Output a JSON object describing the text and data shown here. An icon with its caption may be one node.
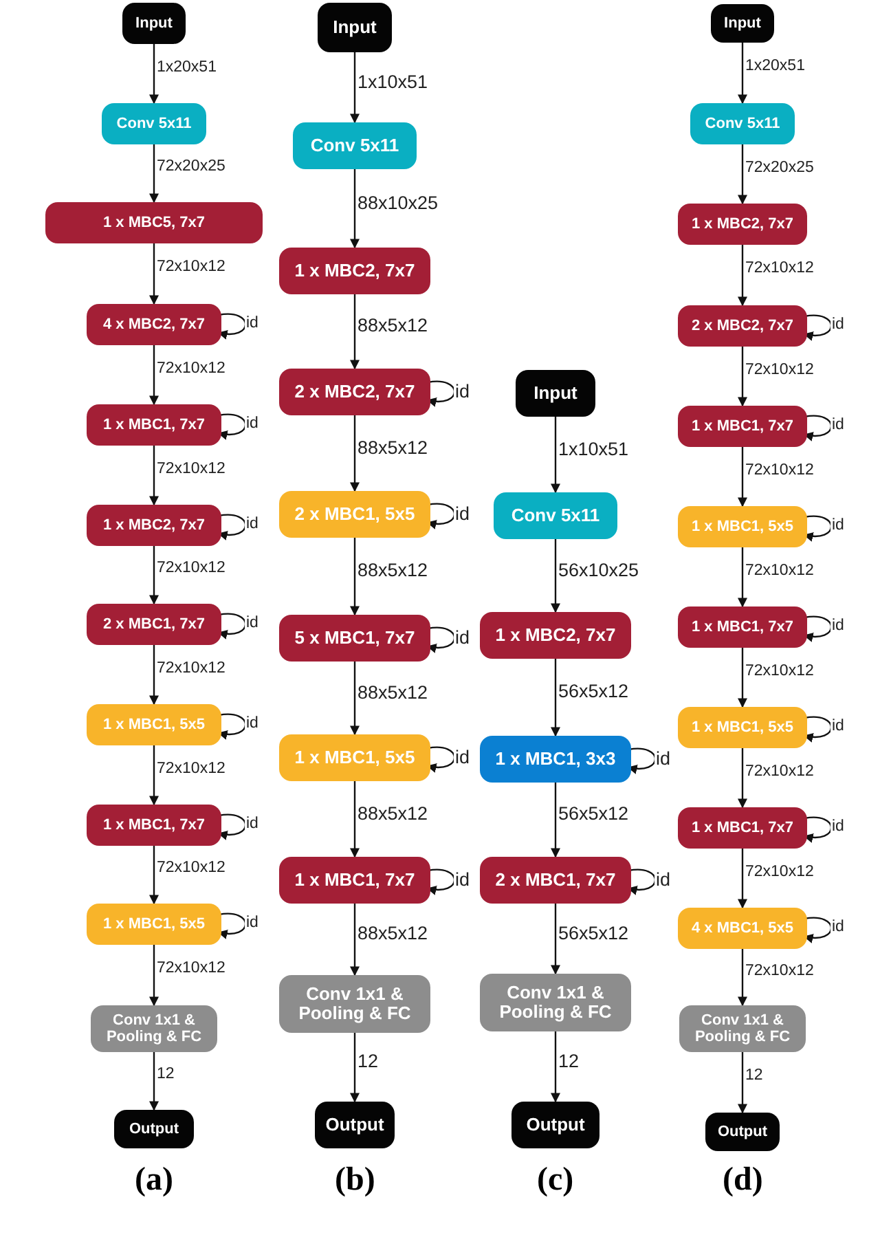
{
  "diagram": {
    "nodes": [
      {
        "text": [
          "Input"
        ]
      },
      {
        "text": [
          "Conv 5x11"
        ]
      },
      {
        "text": [
          "1 x MBC5, 7x7"
        ]
      },
      {
        "text": [
          "4 x MBC2, 7x7"
        ]
      },
      {
        "text": [
          "1 x MBC1, 7x7"
        ]
      },
      {
        "text": [
          "1 x MBC2, 7x7"
        ]
      },
      {
        "text": [
          "2 x MBC1, 7x7"
        ]
      },
      {
        "text": [
          "1 x MBC1, 5x5"
        ]
      },
      {
        "text": [
          "1 x MBC1, 7x7"
        ]
      },
      {
        "text": [
          "1 x MBC1, 5x5"
        ]
      },
      {
        "text": [
          "Conv 1x1 & Pooling & FC"
        ]
      },
      {
        "text": [
          "Output"
        ]
      },
      {
        "text": [
          "Input"
        ]
      },
      {
        "text": [
          "Conv 5x11"
        ]
      },
      {
        "text": [
          "1 x MBC2, 7x7"
        ]
      },
      {
        "text": [
          "2 x MBC2, 7x7"
        ]
      },
      {
        "text": [
          "2 x MBC1, 5x5"
        ]
      },
      {
        "text": [
          "5 x MBC1, 7x7"
        ]
      },
      {
        "text": [
          "1 x MBC1, 5x5"
        ]
      },
      {
        "text": [
          "1 x MBC1, 7x7"
        ]
      },
      {
        "text": [
          "Conv 1x1 & Pooling & FC"
        ]
      },
      {
        "text": [
          "Output"
        ]
      },
      {
        "text": [
          "Input"
        ]
      },
      {
        "text": [
          "Conv 5x11"
        ]
      },
      {
        "text": [
          "1 x MBC2, 7x7"
        ]
      },
      {
        "text": [
          "1 x MBC1, 3x3"
        ]
      },
      {
        "text": [
          "2 x MBC1, 7x7"
        ]
      },
      {
        "text": [
          "Conv 1x1 & Pooling & FC"
        ]
      },
      {
        "text": [
          "Output"
        ]
      },
      {
        "text": [
          "Input"
        ]
      },
      {
        "text": [
          "Conv 5x11"
        ]
      },
      {
        "text": [
          "1 x MBC2, 7x7"
        ]
      },
      {
        "text": [
          "2 x MBC2, 7x7"
        ]
      },
      {
        "text": [
          "1 x MBC1, 7x7"
        ]
      },
      {
        "text": [
          "1 x MBC1, 5x5"
        ]
      },
      {
        "text": [
          "1 x MBC1, 7x7"
        ]
      },
      {
        "text": [
          "1 x MBC1, 5x5"
        ]
      },
      {
        "text": [
          "1 x MBC1, 7x7"
        ]
      },
      {
        "text": [
          "4 x MBC1, 5x5"
        ]
      },
      {
        "text": [
          "Conv 1x1 & Pooling & FC"
        ]
      },
      {
        "text": [
          "Output"
        ]
      }
    ],
    "edges": [
      {
        "from": 0,
        "to": 1,
        "arrow": "to",
        "label": "1x20x51"
      },
      {
        "from": 1,
        "to": 2,
        "arrow": "to",
        "label": "72x20x25"
      },
      {
        "from": 2,
        "to": 3,
        "arrow": "to",
        "label": "72x10x12"
      },
      {
        "from": 3,
        "to": 4,
        "arrow": "to",
        "label": "72x10x12"
      },
      {
        "from": 4,
        "to": 5,
        "arrow": "to",
        "label": "72x10x12"
      },
      {
        "from": 5,
        "to": 6,
        "arrow": "to",
        "label": "72x10x12"
      },
      {
        "from": 6,
        "to": 7,
        "arrow": "to",
        "label": "72x10x12"
      },
      {
        "from": 7,
        "to": 8,
        "arrow": "to",
        "label": "72x10x12"
      },
      {
        "from": 8,
        "to": 9,
        "arrow": "to",
        "label": "72x10x12"
      },
      {
        "from": 9,
        "to": 10,
        "arrow": "to",
        "label": "72x10x12"
      },
      {
        "from": 10,
        "to": 11,
        "arrow": "to",
        "label": "12"
      },
      {
        "from": 3,
        "to": 3,
        "arrow": "to",
        "label": "id"
      },
      {
        "from": 4,
        "to": 4,
        "arrow": "to",
        "label": "id"
      },
      {
        "from": 5,
        "to": 5,
        "arrow": "to",
        "label": "id"
      },
      {
        "from": 6,
        "to": 6,
        "arrow": "to",
        "label": "id"
      },
      {
        "from": 7,
        "to": 7,
        "arrow": "to",
        "label": "id"
      },
      {
        "from": 8,
        "to": 8,
        "arrow": "to",
        "label": "id"
      },
      {
        "from": 9,
        "to": 9,
        "arrow": "to",
        "label": "id"
      },
      {
        "from": 12,
        "to": 13,
        "arrow": "to",
        "label": "1x10x51"
      },
      {
        "from": 13,
        "to": 14,
        "arrow": "to",
        "label": "88x10x25"
      },
      {
        "from": 14,
        "to": 15,
        "arrow": "to",
        "label": "88x5x12"
      },
      {
        "from": 15,
        "to": 16,
        "arrow": "to",
        "label": "88x5x12"
      },
      {
        "from": 16,
        "to": 17,
        "arrow": "to",
        "label": "88x5x12"
      },
      {
        "from": 17,
        "to": 18,
        "arrow": "to",
        "label": "88x5x12"
      },
      {
        "from": 18,
        "to": 19,
        "arrow": "to",
        "label": "88x5x12"
      },
      {
        "from": 19,
        "to": 20,
        "arrow": "to",
        "label": "88x5x12"
      },
      {
        "from": 20,
        "to": 21,
        "arrow": "to",
        "label": "12"
      },
      {
        "from": 15,
        "to": 15,
        "arrow": "to",
        "label": "id"
      },
      {
        "from": 16,
        "to": 16,
        "arrow": "to",
        "label": "id"
      },
      {
        "from": 17,
        "to": 17,
        "arrow": "to",
        "label": "id"
      },
      {
        "from": 18,
        "to": 18,
        "arrow": "to",
        "label": "id"
      },
      {
        "from": 19,
        "to": 19,
        "arrow": "to",
        "label": "id"
      },
      {
        "from": 22,
        "to": 23,
        "arrow": "to",
        "label": "1x10x51"
      },
      {
        "from": 23,
        "to": 24,
        "arrow": "to",
        "label": "56x10x25"
      },
      {
        "from": 24,
        "to": 25,
        "arrow": "to",
        "label": "56x5x12"
      },
      {
        "from": 25,
        "to": 26,
        "arrow": "to",
        "label": "56x5x12"
      },
      {
        "from": 26,
        "to": 27,
        "arrow": "to",
        "label": "56x5x12"
      },
      {
        "from": 27,
        "to": 28,
        "arrow": "to",
        "label": "12"
      },
      {
        "from": 25,
        "to": 25,
        "arrow": "to",
        "label": "id"
      },
      {
        "from": 26,
        "to": 26,
        "arrow": "to",
        "label": "id"
      },
      {
        "from": 29,
        "to": 30,
        "arrow": "to",
        "label": "1x20x51"
      },
      {
        "from": 30,
        "to": 31,
        "arrow": "to",
        "label": "72x20x25"
      },
      {
        "from": 31,
        "to": 32,
        "arrow": "to",
        "label": "72x10x12"
      },
      {
        "from": 32,
        "to": 33,
        "arrow": "to",
        "label": "72x10x12"
      },
      {
        "from": 33,
        "to": 34,
        "arrow": "to",
        "label": "72x10x12"
      },
      {
        "from": 34,
        "to": 35,
        "arrow": "to",
        "label": "72x10x12"
      },
      {
        "from": 35,
        "to": 36,
        "arrow": "to",
        "label": "72x10x12"
      },
      {
        "from": 36,
        "to": 37,
        "arrow": "to",
        "label": "72x10x12"
      },
      {
        "from": 37,
        "to": 38,
        "arrow": "to",
        "label": "72x10x12"
      },
      {
        "from": 38,
        "to": 39,
        "arrow": "to",
        "label": "72x10x12"
      },
      {
        "from": 39,
        "to": 40,
        "arrow": "to",
        "label": "12"
      },
      {
        "from": 32,
        "to": 32,
        "arrow": "to",
        "label": "id"
      },
      {
        "from": 33,
        "to": 33,
        "arrow": "to",
        "label": "id"
      },
      {
        "from": 34,
        "to": 34,
        "arrow": "to",
        "label": "id"
      },
      {
        "from": 35,
        "to": 35,
        "arrow": "to",
        "label": "id"
      },
      {
        "from": 36,
        "to": 36,
        "arrow": "to",
        "label": "id"
      },
      {
        "from": 37,
        "to": 37,
        "arrow": "to",
        "label": "id"
      },
      {
        "from": 38,
        "to": 38,
        "arrow": "to",
        "label": "id"
      }
    ],
    "labels": [
      "(a)",
      "(b)",
      "(c)",
      "(d)"
    ]
  }
}
